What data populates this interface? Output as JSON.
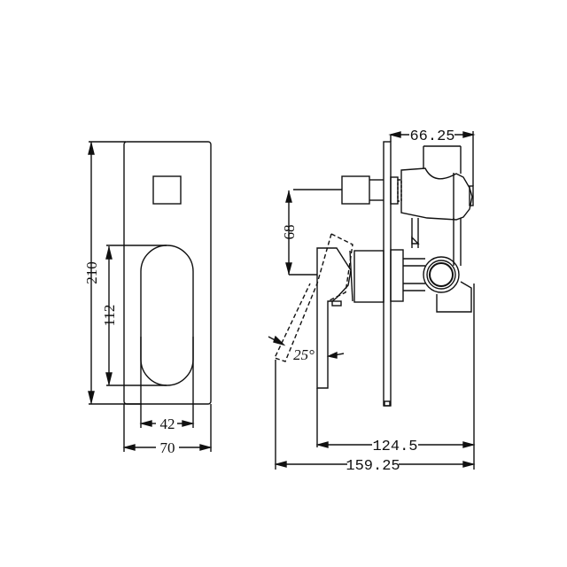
{
  "drawing": {
    "type": "technical-drawing",
    "subject": "wall-mounted shower mixer with diverter",
    "views": [
      {
        "name": "front-view",
        "dimensions": {
          "height": "210",
          "lever_height": "112",
          "lever_width": "42",
          "plate_width": "70"
        }
      },
      {
        "name": "side-view",
        "dimensions": {
          "diverter_depth": "66.25",
          "diverter_offset": "68",
          "handle_angle": "25°",
          "depth_to_lever": "124.5",
          "total_depth": "159.25"
        }
      }
    ],
    "line_color": "#111111",
    "background": "#ffffff"
  }
}
